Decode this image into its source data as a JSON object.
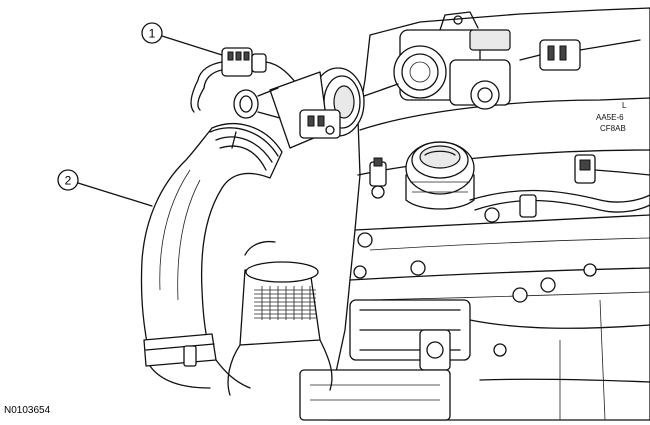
{
  "figure": {
    "id": "N0103654"
  },
  "callouts": [
    {
      "number": "1"
    },
    {
      "number": "2"
    }
  ],
  "engine_markings": {
    "line1": "AA5E-6",
    "line2": "CF8AB",
    "partial": "L"
  },
  "colors": {
    "line": "#111111",
    "background": "#ffffff"
  }
}
